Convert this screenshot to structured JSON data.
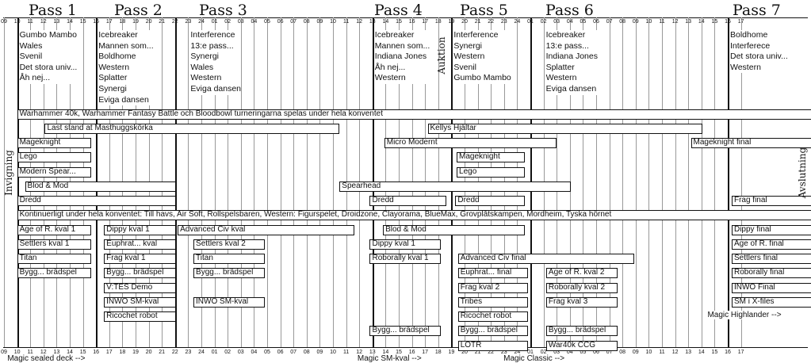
{
  "passes": [
    "Pass 1",
    "Pass 2",
    "Pass 3",
    "Pass 4",
    "Pass 5",
    "Pass 6",
    "Pass 7"
  ],
  "hour_labels": [
    "09",
    "10",
    "11",
    "12",
    "13",
    "14",
    "15",
    "16",
    "17",
    "18",
    "19",
    "20",
    "21",
    "22",
    "23",
    "24",
    "01",
    "02",
    "03",
    "04",
    "05",
    "06",
    "07",
    "08",
    "09",
    "10",
    "11",
    "12",
    "13",
    "14",
    "15",
    "16",
    "17",
    "18",
    "19",
    "20",
    "21",
    "22",
    "23",
    "24",
    "01",
    "02",
    "03",
    "04",
    "05",
    "06",
    "07",
    "08",
    "09",
    "10",
    "11",
    "12",
    "13",
    "14",
    "15",
    "16",
    "17"
  ],
  "side_labels": {
    "left": "Invigning",
    "right": "Avslutning",
    "auction": "Auktion"
  },
  "roleplay_columns": [
    {
      "start": 1,
      "items": [
        "Gumbo Mambo",
        "Wales",
        "Svenil",
        "Det stora univ...",
        "Åh nej..."
      ]
    },
    {
      "start": 7,
      "items": [
        "Icebreaker",
        "Mannen som...",
        "Boldhome",
        "Western",
        "Splatter",
        "Synergi",
        "Eviga dansen"
      ]
    },
    {
      "start": 14,
      "items": [
        "Interference",
        "13:e pass...",
        "Synergi",
        "Wales",
        "Western",
        "Eviga dansen"
      ]
    },
    {
      "start": 28,
      "items": [
        "Icebreaker",
        "Mannen som...",
        "Indiana Jones",
        "Åh nej...",
        "Western"
      ]
    },
    {
      "start": 34,
      "items": [
        "Interference",
        "Synergi",
        "Western",
        "Svenil",
        "Gumbo Mambo"
      ]
    },
    {
      "start": 41,
      "items": [
        "Icebreaker",
        "13:e pass...",
        "Indiana Jones",
        "Splatter",
        "Western",
        "Eviga dansen"
      ]
    },
    {
      "start": 55,
      "items": [
        "Boldhome",
        "Interferece",
        "Det stora univ...",
        "Western"
      ]
    }
  ],
  "bars": [
    {
      "label": "Warhammer 40k, Warhammer Fantasy Battle och Bloodbowl turneringarna spelas under hela konventet",
      "start": 1,
      "end": 61.4,
      "row": 0
    },
    {
      "label": "Last stand at Masthuggskörka",
      "start": 3.1,
      "end": 25.5,
      "row": 1
    },
    {
      "label": "Kellys Hjältar",
      "start": 32.2,
      "end": 53.1,
      "row": 1
    },
    {
      "label": "Mageknight",
      "start": 1,
      "end": 6.6,
      "row": 2
    },
    {
      "label": "Micro Modernt",
      "start": 28.9,
      "end": 42,
      "row": 2
    },
    {
      "label": "Mageknight final",
      "start": 52.2,
      "end": 61.4,
      "row": 2
    },
    {
      "label": "Lego",
      "start": 1,
      "end": 6.6,
      "row": 3
    },
    {
      "label": "Mageknight",
      "start": 34.4,
      "end": 39.6,
      "row": 3
    },
    {
      "label": "Modern Spear...",
      "start": 1,
      "end": 6.6,
      "row": 4
    },
    {
      "label": "Lego",
      "start": 34.4,
      "end": 39.6,
      "row": 4
    },
    {
      "label": "Blod & Mod",
      "start": 1.6,
      "end": 13.1,
      "row": 5
    },
    {
      "label": "Spearhead",
      "start": 25.5,
      "end": 43.1,
      "row": 5
    },
    {
      "label": "Dredd",
      "start": 1,
      "end": 13.1,
      "row": 6
    },
    {
      "label": "Dredd",
      "start": 27.8,
      "end": 33.6,
      "row": 6
    },
    {
      "label": "Dredd",
      "start": 34.3,
      "end": 39.6,
      "row": 6
    },
    {
      "label": "Frag final",
      "start": 55.3,
      "end": 61.4,
      "row": 6
    },
    {
      "label": "Kontinuerligt under hela konventet: Till havs, Air Soft, Rollspelsbaren, Western: Figurspelet, Droidzone, Clayorama, BlueMax, Grovplåtskampen, Mordheim, Tyska hörnet",
      "start": 1,
      "end": 61.4,
      "row": 7
    },
    {
      "label": "Age of R. kval 1",
      "start": 1,
      "end": 6.6,
      "row": 8
    },
    {
      "label": "Dippy kval 1",
      "start": 7.6,
      "end": 13.1,
      "row": 8
    },
    {
      "label": "Advanced Civ kval",
      "start": 13.2,
      "end": 26.6,
      "row": 8
    },
    {
      "label": "Blod & Mod",
      "start": 28.8,
      "end": 39.6,
      "row": 8
    },
    {
      "label": "Dippy final",
      "start": 55.3,
      "end": 61.4,
      "row": 8
    },
    {
      "label": "Settlers kval 1",
      "start": 1,
      "end": 6.6,
      "row": 9
    },
    {
      "label": "Euphrat... kval",
      "start": 7.6,
      "end": 13.1,
      "row": 9
    },
    {
      "label": "Settlers kval 2",
      "start": 14.4,
      "end": 19.8,
      "row": 9
    },
    {
      "label": "Dippy kval 1",
      "start": 27.8,
      "end": 33.2,
      "row": 9
    },
    {
      "label": "Age of R. final",
      "start": 55.3,
      "end": 61.4,
      "row": 9
    },
    {
      "label": "Titan",
      "start": 1,
      "end": 6.6,
      "row": 10
    },
    {
      "label": "Frag kval 1",
      "start": 7.6,
      "end": 13.1,
      "row": 10
    },
    {
      "label": "Titan",
      "start": 14.4,
      "end": 19.8,
      "row": 10
    },
    {
      "label": "Roborally kval 1",
      "start": 27.8,
      "end": 33.2,
      "row": 10
    },
    {
      "label": "Advanced Civ final",
      "start": 34.5,
      "end": 47.9,
      "row": 10
    },
    {
      "label": "Settlers final",
      "start": 55.3,
      "end": 61.4,
      "row": 10
    },
    {
      "label": "Bygg... brädspel",
      "start": 1,
      "end": 6.6,
      "row": 11
    },
    {
      "label": "Bygg... brädspel",
      "start": 7.6,
      "end": 13.1,
      "row": 11
    },
    {
      "label": "Bygg... brädspel",
      "start": 14.4,
      "end": 19.8,
      "row": 11
    },
    {
      "label": "Euphrat... final",
      "start": 34.5,
      "end": 39.8,
      "row": 11
    },
    {
      "label": "Age of R. kval 2",
      "start": 41.2,
      "end": 46.6,
      "row": 11
    },
    {
      "label": "Roborally final",
      "start": 55.3,
      "end": 61.4,
      "row": 11
    },
    {
      "label": "V:TES Demo",
      "start": 7.6,
      "end": 13.1,
      "row": 12
    },
    {
      "label": "Frag kval 2",
      "start": 34.5,
      "end": 39.8,
      "row": 12
    },
    {
      "label": "Roborally kval 2",
      "start": 41.2,
      "end": 46.6,
      "row": 12
    },
    {
      "label": "INWO Final",
      "start": 55.3,
      "end": 61.4,
      "row": 12
    },
    {
      "label": "INWO SM-kval",
      "start": 7.6,
      "end": 13.1,
      "row": 13
    },
    {
      "label": "INWO SM-kval",
      "start": 14.4,
      "end": 19.8,
      "row": 13
    },
    {
      "label": "Tribes",
      "start": 34.5,
      "end": 39.8,
      "row": 13
    },
    {
      "label": "Frag kval 3",
      "start": 41.2,
      "end": 46.6,
      "row": 13
    },
    {
      "label": "SM i X-files",
      "start": 55.3,
      "end": 61.4,
      "row": 13
    },
    {
      "label": "Ricochet robot",
      "start": 7.6,
      "end": 13.1,
      "row": 14
    },
    {
      "label": "Ricochet robot",
      "start": 34.5,
      "end": 39.8,
      "row": 14
    },
    {
      "label": "Bygg... brädspel",
      "start": 27.8,
      "end": 33.2,
      "row": 15
    },
    {
      "label": "Bygg... brädspel",
      "start": 34.5,
      "end": 39.8,
      "row": 15
    },
    {
      "label": "Bygg... brädspel",
      "start": 41.2,
      "end": 46.6,
      "row": 15
    },
    {
      "label": "LOTR",
      "start": 34.5,
      "end": 39.8,
      "row": 16
    },
    {
      "label": "War40k CCG",
      "start": 41.2,
      "end": 46.6,
      "row": 16
    }
  ],
  "notes": [
    {
      "label": "Magic Highlander -->",
      "start": 53.4,
      "row": 14
    },
    {
      "label": "Magic sealed deck -->",
      "start": 0.2,
      "row": 17
    },
    {
      "label": "Magic SM-kval -->",
      "start": 26.8,
      "row": 17
    },
    {
      "label": "Magic Classic -->",
      "start": 37.9,
      "row": 17
    }
  ]
}
